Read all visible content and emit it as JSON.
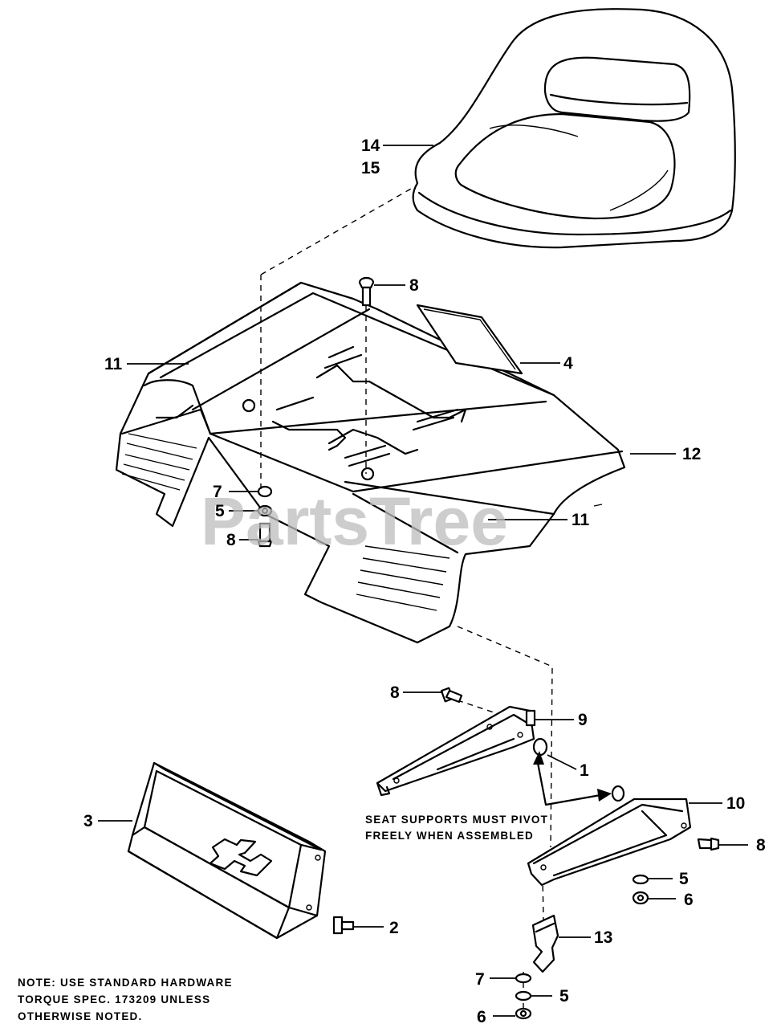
{
  "watermark": "PartsTree",
  "callouts": {
    "c14": "14",
    "c15": "15",
    "c8a": "8",
    "c11a": "11",
    "c4": "4",
    "c12": "12",
    "c7a": "7",
    "c5a": "5",
    "c8b": "8",
    "c11b": "11",
    "c8c": "8",
    "c9": "9",
    "c1": "1",
    "c10": "10",
    "c3": "3",
    "c8d": "8",
    "c5b": "5",
    "c6a": "6",
    "c2": "2",
    "c13": "13",
    "c7b": "7",
    "c5c": "5",
    "c6b": "6"
  },
  "notes": {
    "pivot_line1": "SEAT SUPPORTS MUST PIVOT",
    "pivot_line2": "FREELY WHEN ASSEMBLED",
    "hardware_line1": "NOTE:  USE STANDARD HARDWARE",
    "hardware_line2": "TORQUE SPEC. 173209 UNLESS",
    "hardware_line3": "OTHERWISE NOTED."
  }
}
